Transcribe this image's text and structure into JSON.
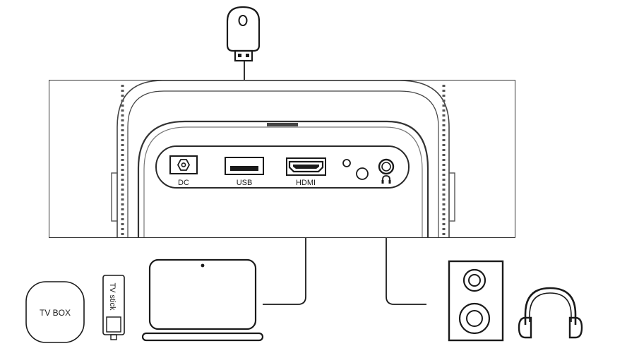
{
  "ports": {
    "dc": "DC",
    "usb": "USB",
    "hdmi": "HDMI"
  },
  "devices": {
    "tv_box": "TV BOX",
    "tv_stick": "TV stick"
  },
  "icon_names": [
    "usb-drive-icon",
    "laptop-icon",
    "tv-box-icon",
    "tv-stick-icon",
    "speaker-icon",
    "headphones-icon",
    "headphone-jack-icon"
  ],
  "colors": {
    "stroke": "#1a1a1a",
    "panel_fill": "#ffffff"
  }
}
